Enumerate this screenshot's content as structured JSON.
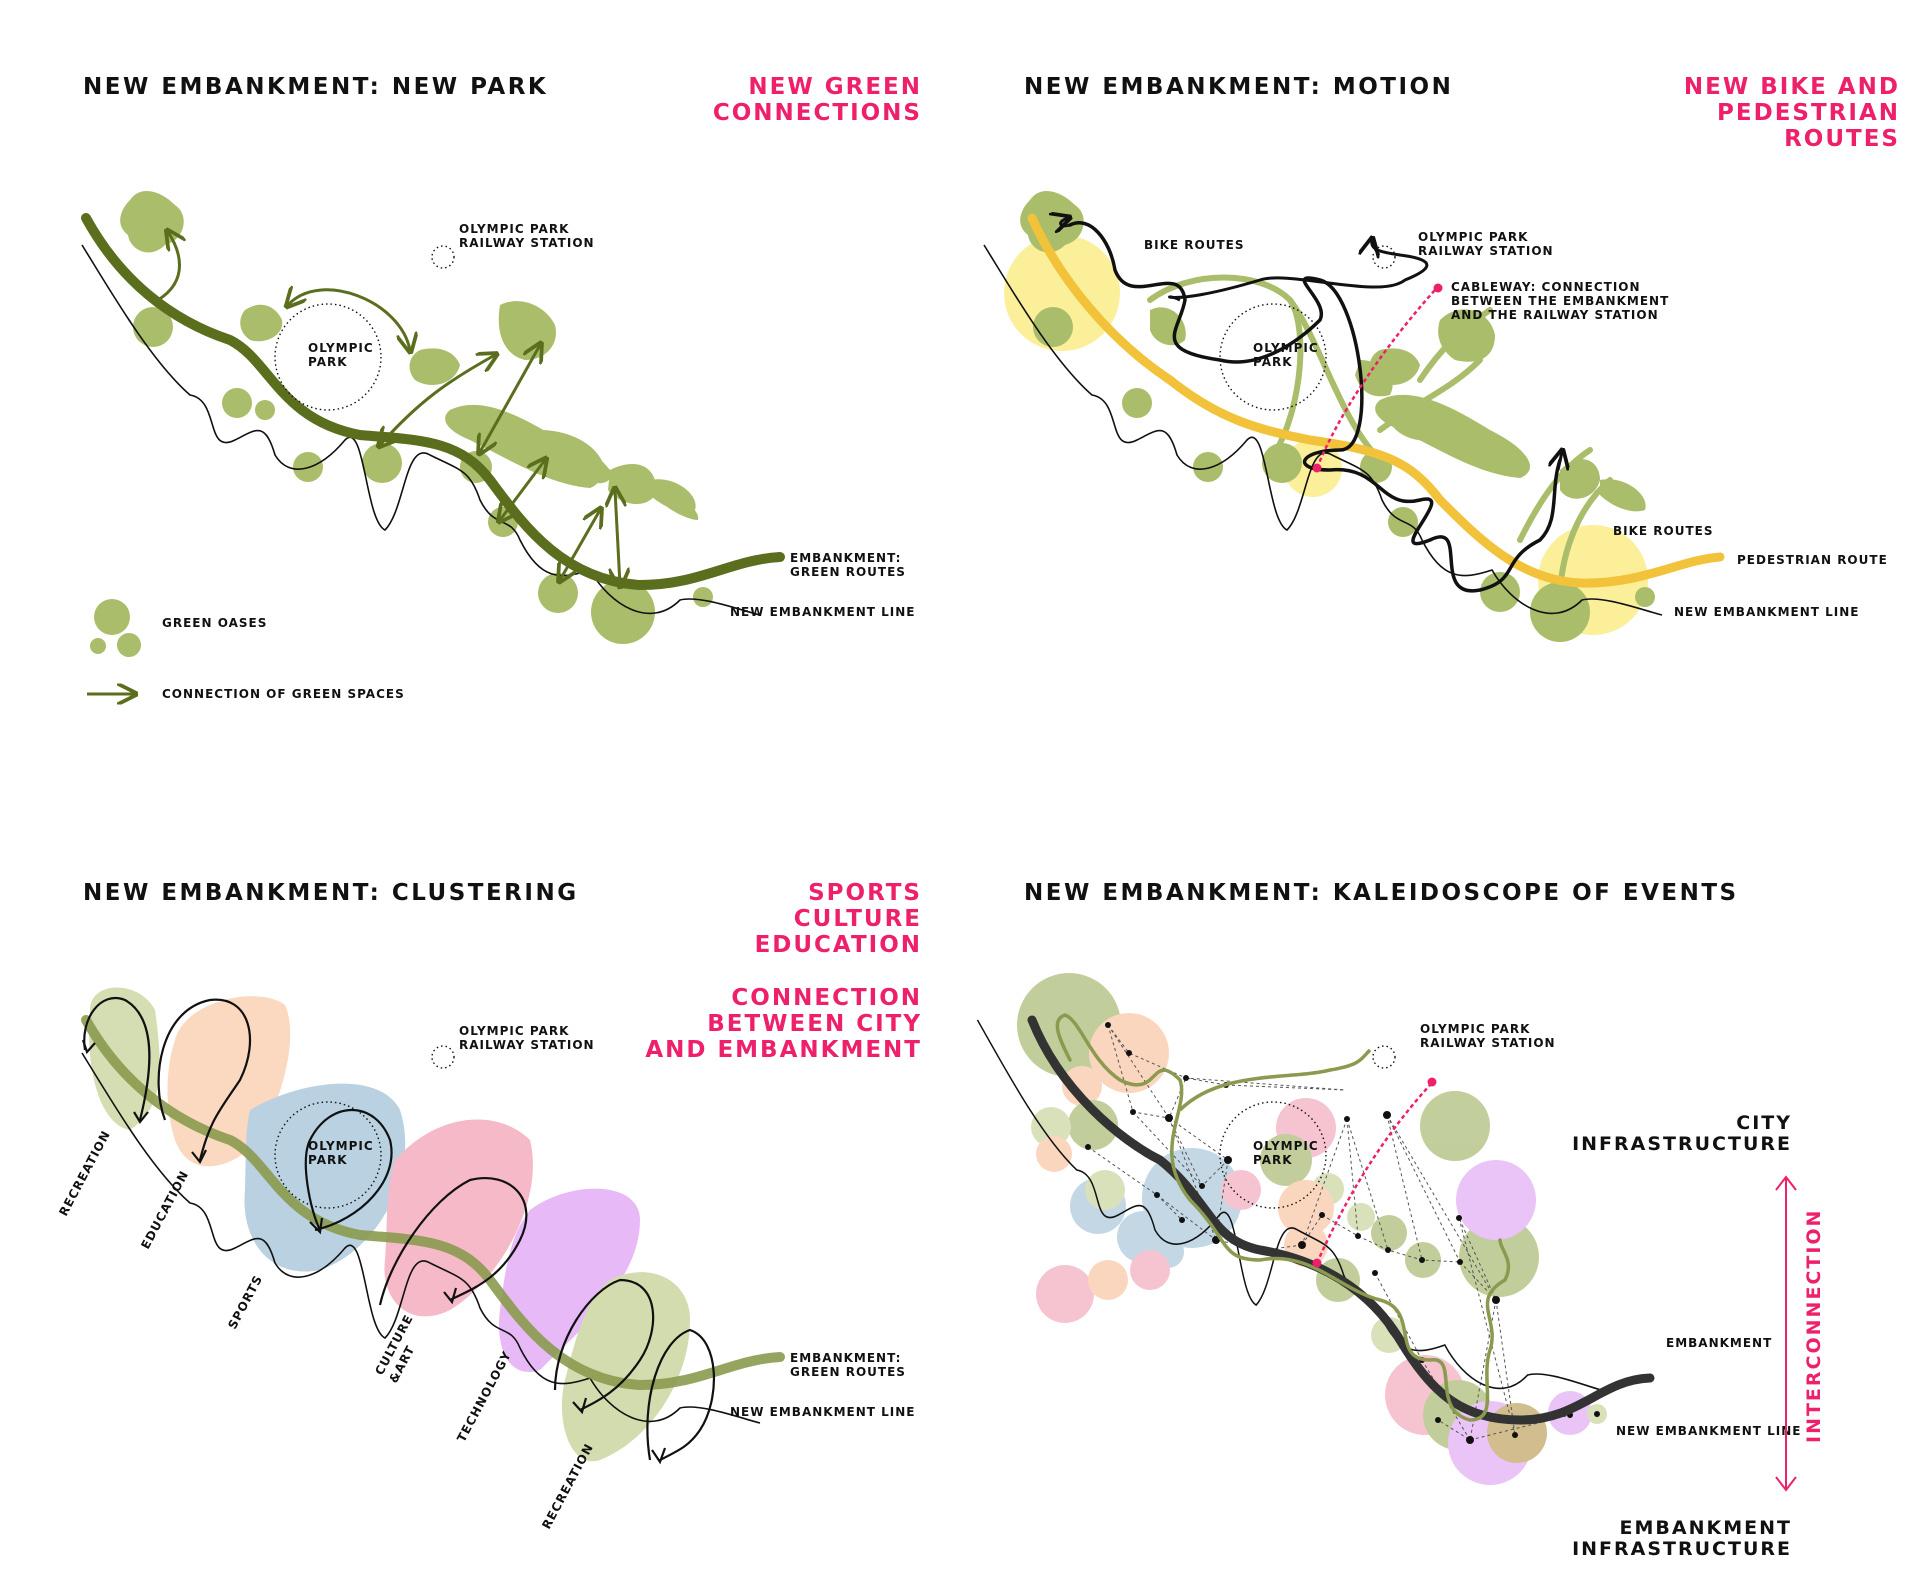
{
  "panels": {
    "new_park": {
      "title": "NEW EMBANKMENT: NEW PARK",
      "accent_lines": [
        "NEW GREEN",
        "CONNECTIONS"
      ],
      "labels": {
        "station_1": "OLYMPIC PARK",
        "station_2": "RAILWAY STATION",
        "park_1": "OLYMPIC",
        "park_2": "PARK",
        "green_routes_1": "EMBANKMENT:",
        "green_routes_2": "GREEN ROUTES",
        "new_line": "NEW EMBANKMENT LINE"
      },
      "legend": {
        "oases": "GREEN OASES",
        "connections": "CONNECTION OF GREEN SPACES"
      }
    },
    "motion": {
      "title": "NEW EMBANKMENT: MOTION",
      "accent_lines": [
        "NEW BIKE AND",
        "PEDESTRIAN",
        "ROUTES"
      ],
      "labels": {
        "bike_routes_top": "BIKE ROUTES",
        "station_1": "OLYMPIC PARK",
        "station_2": "RAILWAY STATION",
        "cableway_1": "CABLEWAY: CONNECTION",
        "cableway_2": "BETWEEN THE EMBANKMENT",
        "cableway_3": "AND THE RAILWAY STATION",
        "park_1": "OLYMPIC",
        "park_2": "PARK",
        "bike_routes_bottom": "BIKE ROUTES",
        "pedestrian": "PEDESTRIAN ROUTE",
        "new_line": "NEW EMBANKMENT LINE"
      }
    },
    "clustering": {
      "title": "NEW EMBANKMENT: CLUSTERING",
      "accent_lines_1": [
        "SPORTS",
        "CULTURE",
        "EDUCATION"
      ],
      "accent_lines_2": [
        "CONNECTION",
        "BETWEEN CITY",
        "AND EMBANKMENT"
      ],
      "labels": {
        "station_1": "OLYMPIC PARK",
        "station_2": "RAILWAY STATION",
        "park_1": "OLYMPIC",
        "park_2": "PARK",
        "green_routes_1": "EMBANKMENT:",
        "green_routes_2": "GREEN ROUTES",
        "new_line": "NEW EMBANKMENT LINE"
      },
      "clusters": [
        "RECREATION",
        "EDUCATION",
        "SPORTS",
        "CULTURE",
        "&ART",
        "TECHNOLOGY",
        "RECREATION"
      ]
    },
    "kaleidoscope": {
      "title": "NEW EMBANKMENT: KALEIDOSCOPE OF EVENTS",
      "labels": {
        "station_1": "OLYMPIC PARK",
        "station_2": "RAILWAY STATION",
        "park_1": "OLYMPIC",
        "park_2": "PARK",
        "embankment": "EMBANKMENT",
        "new_line": "NEW EMBANKMENT LINE",
        "interconnection": "INTERCONNECTION"
      },
      "city_infra": [
        "CITY",
        "INFRASTRUCTURE"
      ],
      "embankment_infra": [
        "EMBANKMENT",
        "INFRASTRUCTURE"
      ]
    }
  },
  "colors": {
    "accent": "#ee1f6b",
    "dark_green": "#5a6e1e",
    "light_green": "#a9bd6a",
    "yellow": "#f2c23b",
    "pale_yellow": "#fbef9a"
  }
}
